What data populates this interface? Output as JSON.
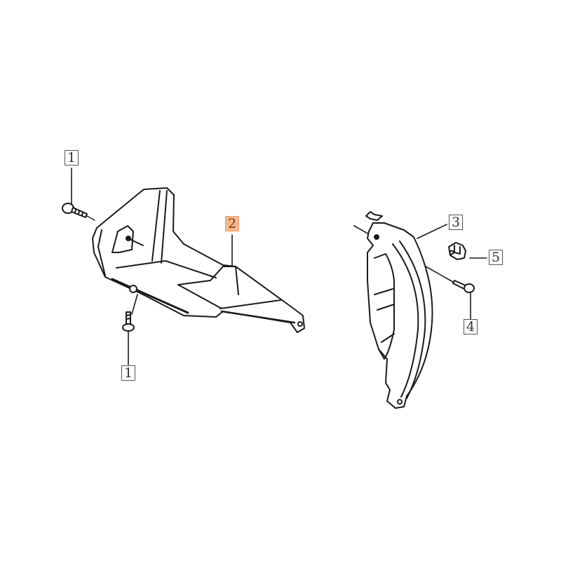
{
  "diagram": {
    "type": "exploded-parts-view",
    "highlight_color": "#f7b98a",
    "line_color": "#1a1a1a",
    "callouts": [
      {
        "id": "c1a",
        "label": "1",
        "part": "bolt (upper left)",
        "highlighted": false
      },
      {
        "id": "c1b",
        "label": "1",
        "part": "bolt (lower left)",
        "highlighted": false
      },
      {
        "id": "c2",
        "label": "2",
        "part": "left under cover",
        "highlighted": true
      },
      {
        "id": "c3",
        "label": "3",
        "part": "right curved cover",
        "highlighted": false
      },
      {
        "id": "c4",
        "label": "4",
        "part": "bolt",
        "highlighted": false
      },
      {
        "id": "c5",
        "label": "5",
        "part": "clip nut",
        "highlighted": false
      }
    ]
  }
}
